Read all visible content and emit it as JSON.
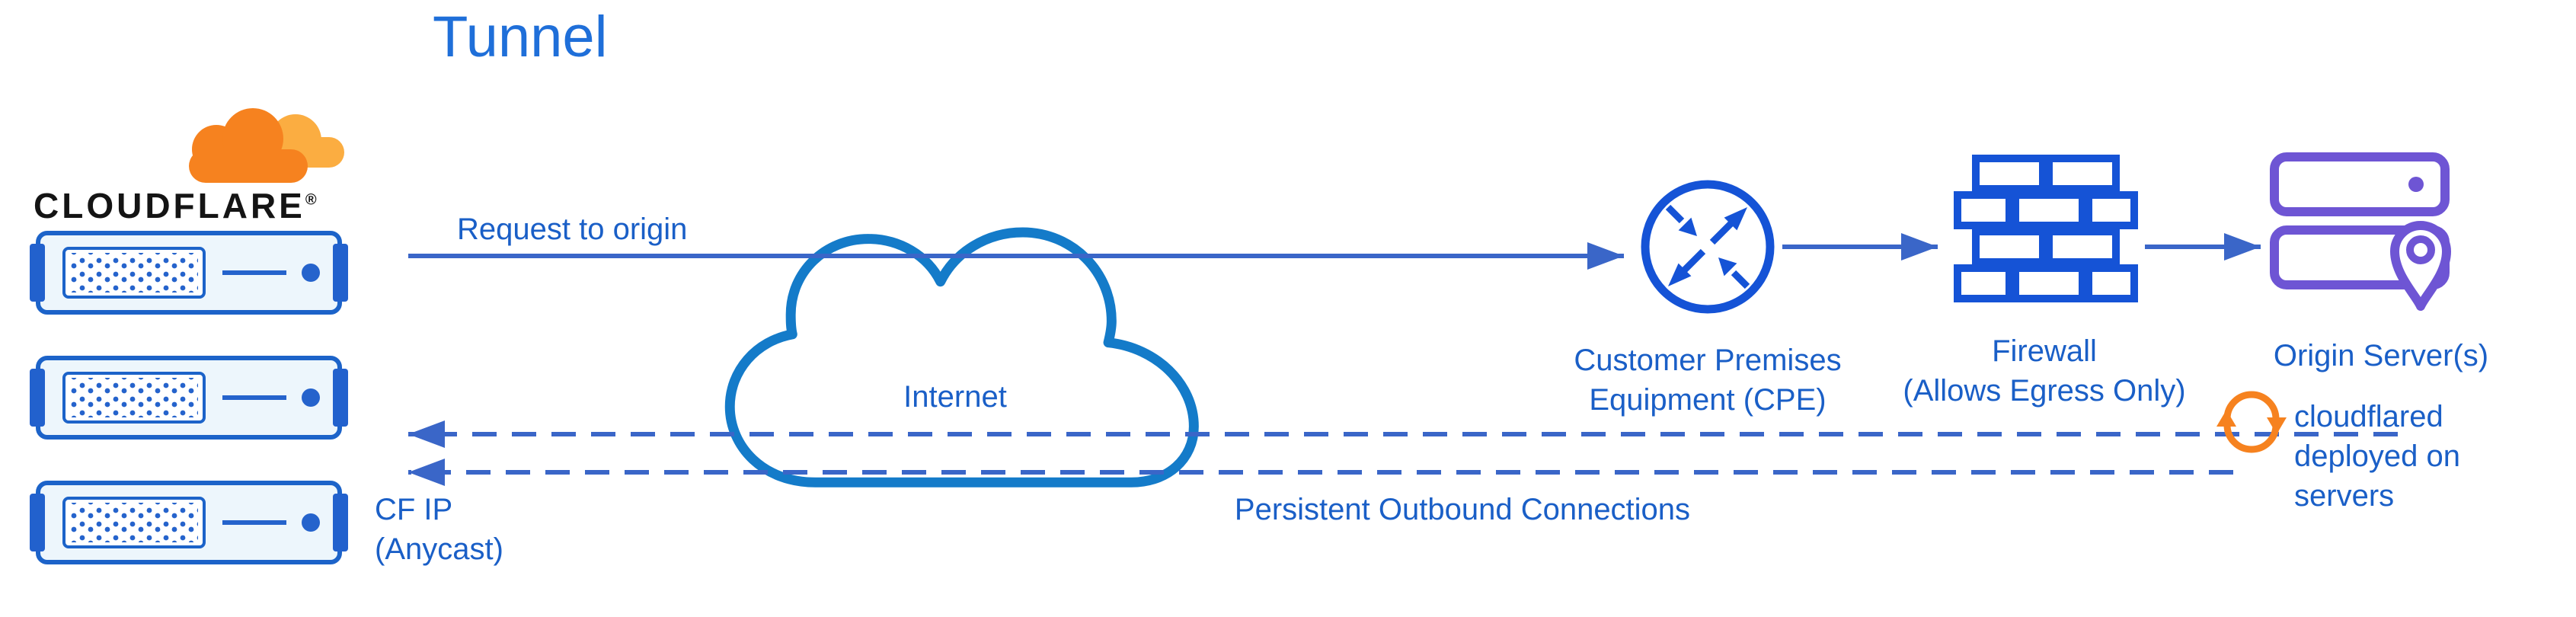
{
  "diagram": {
    "title": "Tunnel",
    "brand": {
      "wordmark": "CLOUDFLARE",
      "registered": "®"
    },
    "labels": {
      "request": "Request to origin",
      "internet": "Internet",
      "cpe": "Customer Premises Equipment (CPE)",
      "firewall": "Firewall",
      "firewall_sub": "(Allows Egress Only)",
      "origin": "Origin Server(s)",
      "cloudflared": "cloudflared deployed on servers",
      "persistent": "Persistent Outbound Connections",
      "cf_ip": "CF IP (Anycast)"
    },
    "colors": {
      "text_blue": "#1a5fc7",
      "title_blue": "#1f6fd9",
      "line_blue": "#3a66c8",
      "icon_blue": "#1553d6",
      "cloud_blue": "#147bc9",
      "server_blue": "#2563cc",
      "purple": "#6e55d4",
      "orange": "#f6821f",
      "orange_light": "#fbad41"
    }
  }
}
